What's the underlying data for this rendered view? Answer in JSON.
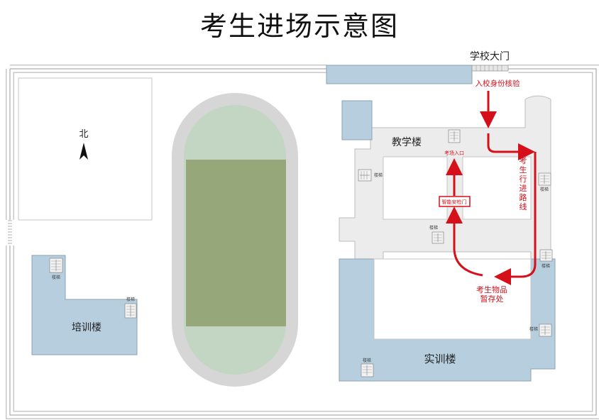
{
  "title": "考生进场示意图",
  "labels": {
    "north": "北",
    "gate": "学校大门",
    "id_check": "入校身份核验",
    "teaching": "教学楼",
    "exam_entry": "考场入口",
    "security_gate": "智能安检门",
    "route": "考生行进路线",
    "storage_line1": "考生物品",
    "storage_line2": "暂存处",
    "training": "培训楼",
    "practice": "实训楼",
    "stairs": "楼梯"
  },
  "colors": {
    "route": "#d6101a",
    "building": "#b6cedd",
    "corridor": "#ececec",
    "track": "#d6d6d6",
    "field_outer": "#c2d6c3",
    "field_inner": "#96a87a",
    "wall": "#c8c8c8"
  }
}
